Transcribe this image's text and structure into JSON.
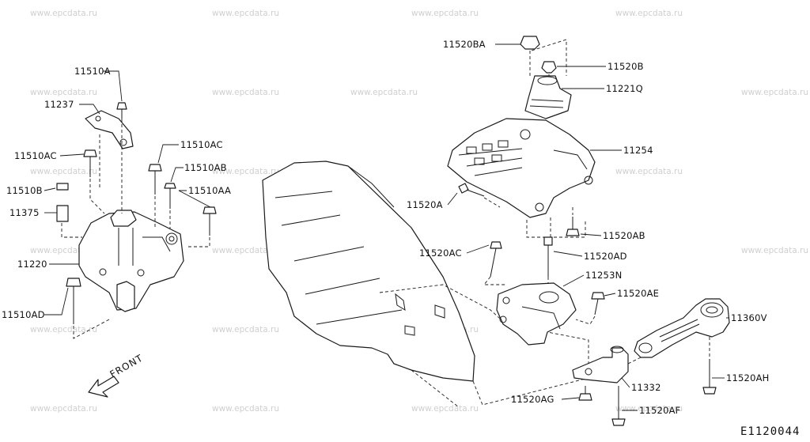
{
  "diagram_code": "E1120044",
  "front_label": "FRONT",
  "watermark": "www.epcdata.ru",
  "callouts": {
    "c_11510A": "11510A",
    "c_11237": "11237",
    "c_11510AC_left": "11510AC",
    "c_11510AC_right": "11510AC",
    "c_11510AB": "11510AB",
    "c_11510B": "11510B",
    "c_11510AA": "11510AA",
    "c_11375": "11375",
    "c_11220": "11220",
    "c_11510AD": "11510AD",
    "c_11520BA": "11520BA",
    "c_11520B": "11520B",
    "c_11221Q": "11221Q",
    "c_11254": "11254",
    "c_11520A": "11520A",
    "c_11520AB": "11520AB",
    "c_11520AC": "11520AC",
    "c_11520AD": "11520AD",
    "c_11253N": "11253N",
    "c_11520AE": "11520AE",
    "c_11360V": "11360V",
    "c_11520AH": "11520AH",
    "c_11332": "11332",
    "c_11520AG": "11520AG",
    "c_11520AF": "11520AF"
  }
}
